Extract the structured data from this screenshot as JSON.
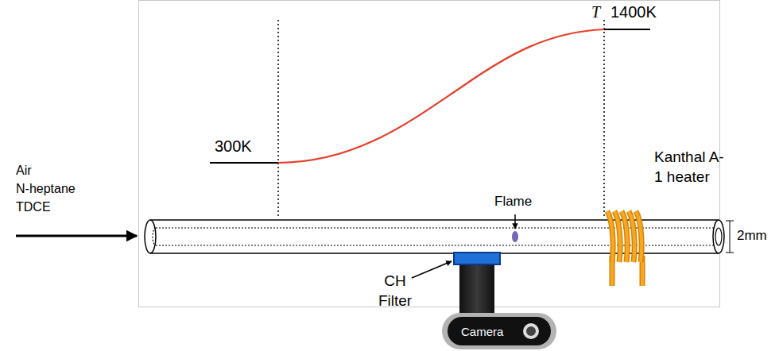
{
  "diagram": {
    "nodes": [
      {
        "text": [
          "Camera"
        ]
      }
    ],
    "labels": [
      "300K",
      "T",
      "1400K",
      "Air",
      "N-heptane",
      "TDCE",
      "Flame",
      "Kanthal A-1 heater",
      "CH Filter",
      "2mm"
    ]
  }
}
